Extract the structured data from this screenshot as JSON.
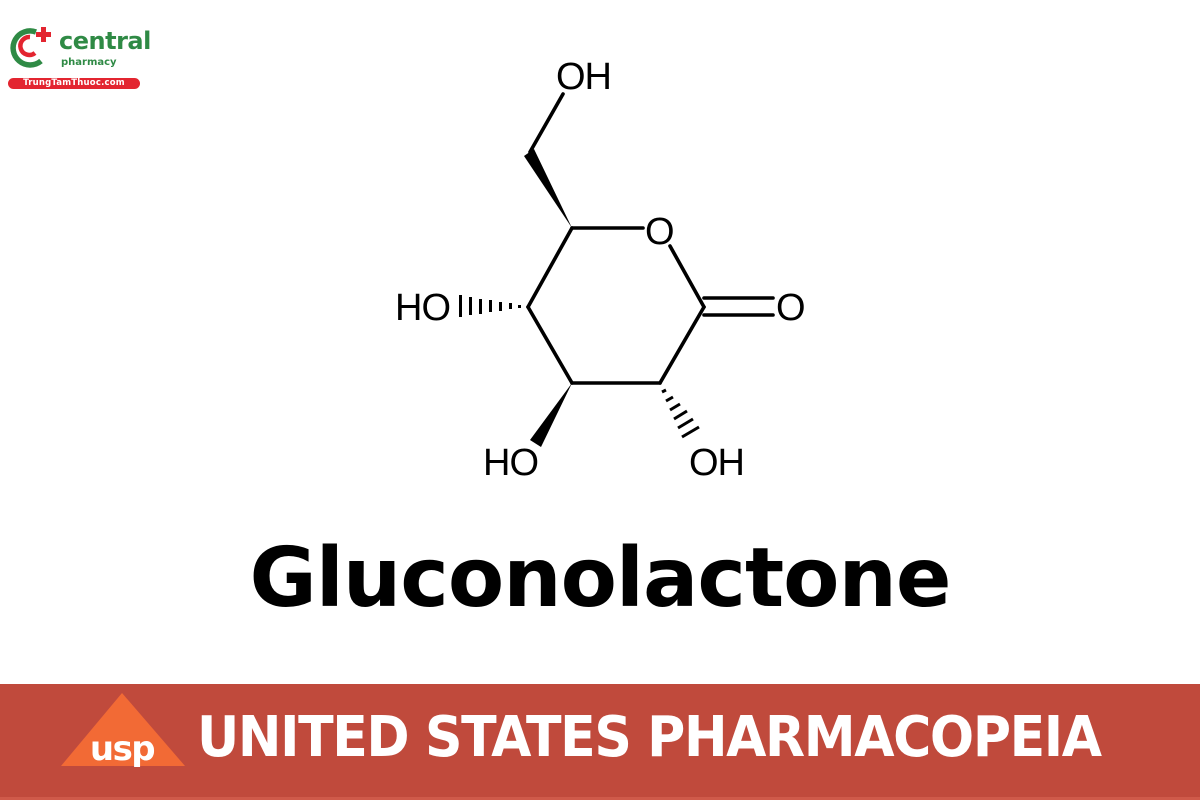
{
  "logo": {
    "brand": "central",
    "subtitle": "pharmacy",
    "website": "TrungTamThuoc.com",
    "colors": {
      "green": "#2f8a45",
      "red": "#e32530"
    }
  },
  "molecule": {
    "name": "Gluconolactone",
    "labels": {
      "top_oh": "OH",
      "ring_o": "O",
      "carbonyl_o": "O",
      "left_ho": "HO",
      "bottom_left_ho": "HO",
      "bottom_right_oh": "OH"
    }
  },
  "title": "Gluconolactone",
  "banner": {
    "logo_text": "usp",
    "text": "UNITED STATES PHARMACOPEIA",
    "colors": {
      "background": "#c04a3c",
      "triangle": "#f26a35",
      "text": "#ffffff"
    }
  }
}
